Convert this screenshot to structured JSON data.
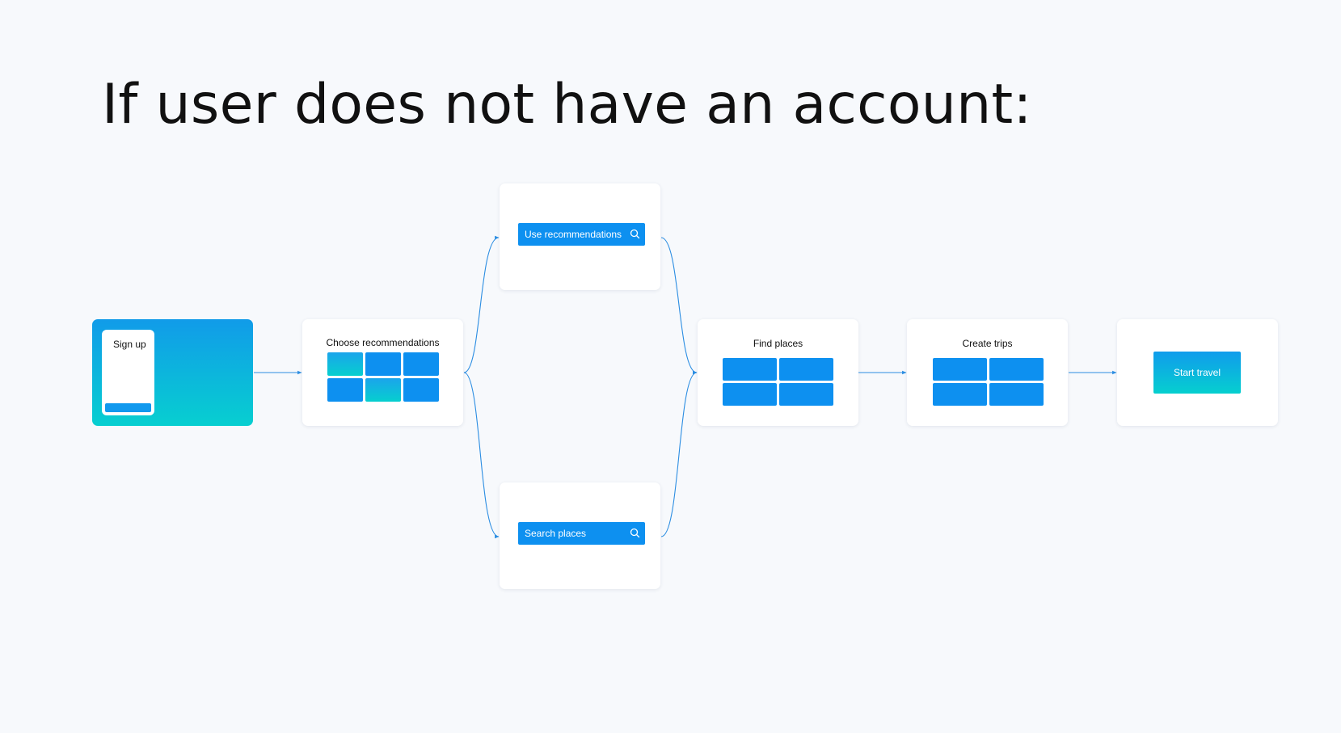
{
  "title": "If user does not have an account:",
  "colors": {
    "background": "#f7f9fc",
    "primary_blue": "#0d90f0",
    "gradient_start": "#119be9",
    "gradient_end": "#07cfd0",
    "connector": "#2b8de2"
  },
  "steps": {
    "signup": {
      "label": "Sign up"
    },
    "choose": {
      "title": "Choose recommendations"
    },
    "use_recs": {
      "label": "Use recommendations",
      "icon": "search-icon"
    },
    "search_places": {
      "label": "Search places",
      "icon": "search-icon"
    },
    "find": {
      "title": "Find places"
    },
    "create": {
      "title": "Create trips"
    },
    "travel": {
      "label": "Start travel"
    }
  }
}
